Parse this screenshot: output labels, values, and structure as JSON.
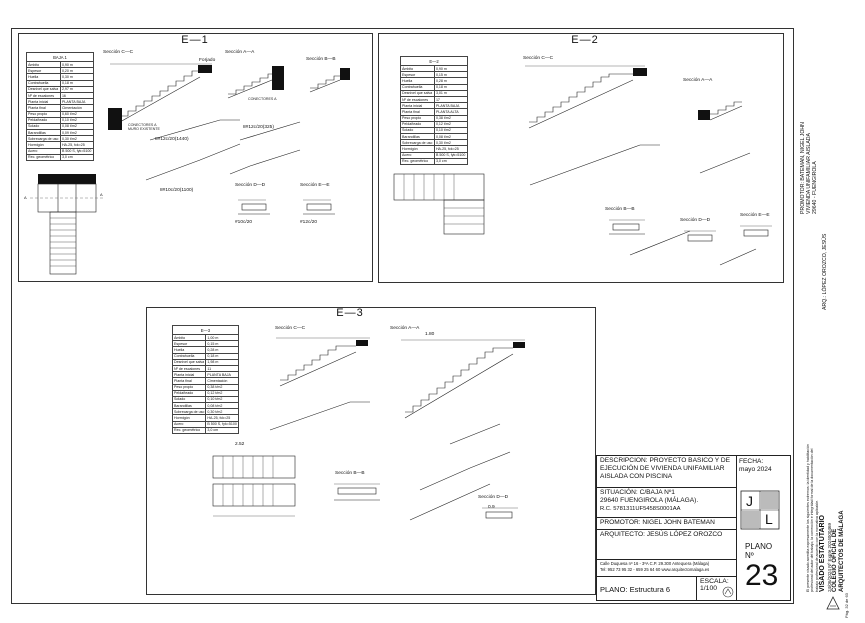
{
  "panels": [
    {
      "id": "E-1",
      "title": "E—1"
    },
    {
      "id": "E-2",
      "title": "E—2"
    },
    {
      "id": "E-3",
      "title": "E—3"
    }
  ],
  "tables": [
    {
      "header": "BAJA 1",
      "rows": [
        [
          "Ámbito",
          "0,90 m"
        ],
        [
          "Espesor",
          "0,20 m"
        ],
        [
          "Huella",
          "0,30 m"
        ],
        [
          "Contrahuella",
          "0,18 m"
        ],
        [
          "Desnivel que salva",
          "2,97 m"
        ],
        [
          "Nº de escalones",
          "16"
        ],
        [
          "Planta inicial",
          "PLANTA BAJA"
        ],
        [
          "Planta final",
          "Cimentación"
        ],
        [
          "Peso propio",
          "0,60 t/m2"
        ],
        [
          "Peldañeado",
          "0,10 t/m2"
        ],
        [
          "Solado",
          "0,08 t/m2"
        ],
        [
          "Barandillas",
          "0,09 t/m2"
        ],
        [
          "Sobrecarga de uso",
          "0,30 t/m2"
        ],
        [
          "Hormigón",
          "HA-25, fck=25"
        ],
        [
          "Acero",
          "B 500 S, fyk=5100"
        ],
        [
          "Rec. geométrico",
          "3,0 cm"
        ]
      ]
    },
    {
      "header": "E—2",
      "rows": [
        [
          "Ámbito",
          "0,90 m"
        ],
        [
          "Espesor",
          "0,15 m"
        ],
        [
          "Huella",
          "0,28 m"
        ],
        [
          "Contrahuella",
          "0,18 m"
        ],
        [
          "Desnivel que salva",
          "3,01 m"
        ],
        [
          "Nº de escalones",
          "17"
        ],
        [
          "Planta inicial",
          "PLANTA BAJA"
        ],
        [
          "Planta final",
          "PLANTA ALTA"
        ],
        [
          "Peso propio",
          "0,38 t/m2"
        ],
        [
          "Peldañeado",
          "0,12 t/m2"
        ],
        [
          "Solado",
          "0,10 t/m2"
        ],
        [
          "Barandillas",
          "0,08 t/m2"
        ],
        [
          "Sobrecarga de uso",
          "0,30 t/m2"
        ],
        [
          "Hormigón",
          "HA-25, fck=25"
        ],
        [
          "Acero",
          "B 500 S, fyk=5100"
        ],
        [
          "Rec. geométrico",
          "3,0 cm"
        ]
      ]
    },
    {
      "header": "E—3",
      "rows": [
        [
          "Ámbito",
          "1,00 m"
        ],
        [
          "Espesor",
          "0,15 m"
        ],
        [
          "Huella",
          "0,28 m"
        ],
        [
          "Contrahuella",
          "0,18 m"
        ],
        [
          "Desnivel que salva",
          "1,98 m"
        ],
        [
          "Nº de escalones",
          "11"
        ],
        [
          "Planta inicial",
          "PLANTA BAJA"
        ],
        [
          "Planta final",
          "Cimentación"
        ],
        [
          "Peso propio",
          "0,38 t/m2"
        ],
        [
          "Peldañeado",
          "0,12 t/m2"
        ],
        [
          "Solado",
          "0,10 t/m2"
        ],
        [
          "Barandillas",
          "0,08 t/m2"
        ],
        [
          "Sobrecarga de uso",
          "0,30 t/m2"
        ],
        [
          "Hormigón",
          "HA-25, fck=25"
        ],
        [
          "Acero",
          "B 500 S, fyk=5100"
        ],
        [
          "Rec. geométrico",
          "3,0 cm"
        ]
      ]
    }
  ],
  "section_labels": {
    "e1": [
      "Sección C—C",
      "Sección A—A",
      "Sección B—B",
      "Sección D—D",
      "Sección E—E"
    ],
    "e2": [
      "Sección C—C",
      "Sección A—A",
      "Sección B—B",
      "Sección D—D",
      "Sección E—E"
    ],
    "e3": [
      "Sección C—C",
      "Sección A—A",
      "Sección B—B",
      "Sección D—D"
    ]
  },
  "annotations": {
    "forjado": "Forjado",
    "conectores": "CONECTORES A MURO EXISTENTE",
    "bar1": "8#12c/20(1440)",
    "bar2": "8#10c/20(1100)",
    "bar3": "8#12c/20(325)",
    "bar4": "#10c/20",
    "bar5": "#12c/20",
    "dim1": "1.80",
    "dim2": "2.52",
    "dim3": "0.9"
  },
  "title_block": {
    "descripcion": "DESCRIPCION: PROYECTO BASICO Y DE EJECUCIÓN DE VIVIENDA UNIFAMILIAR AISLADA CON PISCINA",
    "fecha_label": "FECHA:",
    "fecha": "mayo 2024",
    "situacion_1": "SITUACIÓN:  C/BAJA Nº1",
    "situacion_2": "29640 FUENGIROLA (MÁLAGA).",
    "situacion_3": "R.C. 5781311UF5458S0001AA",
    "promotor": "PROMOTOR: NIGEL JOHN BATEMAN",
    "arquitecto": "ARQUITECTO: JESÚS LÓPEZ OROZCO",
    "address": "Calle Duquesa nº 16 - 3ºA   C.P. 29.300   Antequera (Málaga)",
    "contact": "Tel: 952 73 95 32 - 659 25 64 60  www.arquitectomalaga.es",
    "escala_label": "ESCALA:",
    "escala": "1/100",
    "plano_label": "PLANO Nº",
    "plano_num": "23",
    "plano": "PLANO:  Estructura 6",
    "logo_letters": [
      "J",
      "L"
    ]
  },
  "right_margin": {
    "promotor_vert": "PROMOTOR:  BATEMAN, NIGEL JOHN",
    "vivienda_vert": "VIVIENDA UNIFAMILIAR AISLADA",
    "localidad_vert": "29640 - FUENGIROLA",
    "arq_vert": "ARQ.: LÓPEZ OROZCO, JESÚS",
    "visado_title": "VISADO ESTATUTARIO",
    "visado_num": "24/06/2024  Nº Expte 2024000469",
    "colegio_1": "COLEGIO OFICIAL DE",
    "colegio_2": "ARQUITECTOS DE MÁLAGA",
    "visado_note": "El presente visado acredita expresamente los siguientes extremos: la identidad y habilitación profesional del autor del trabajo, la corrección e integridad formal de la documentación del trabajo profesional de acuerdo con la normativa aplicable.",
    "footer": "Pág. 32 de 63"
  }
}
